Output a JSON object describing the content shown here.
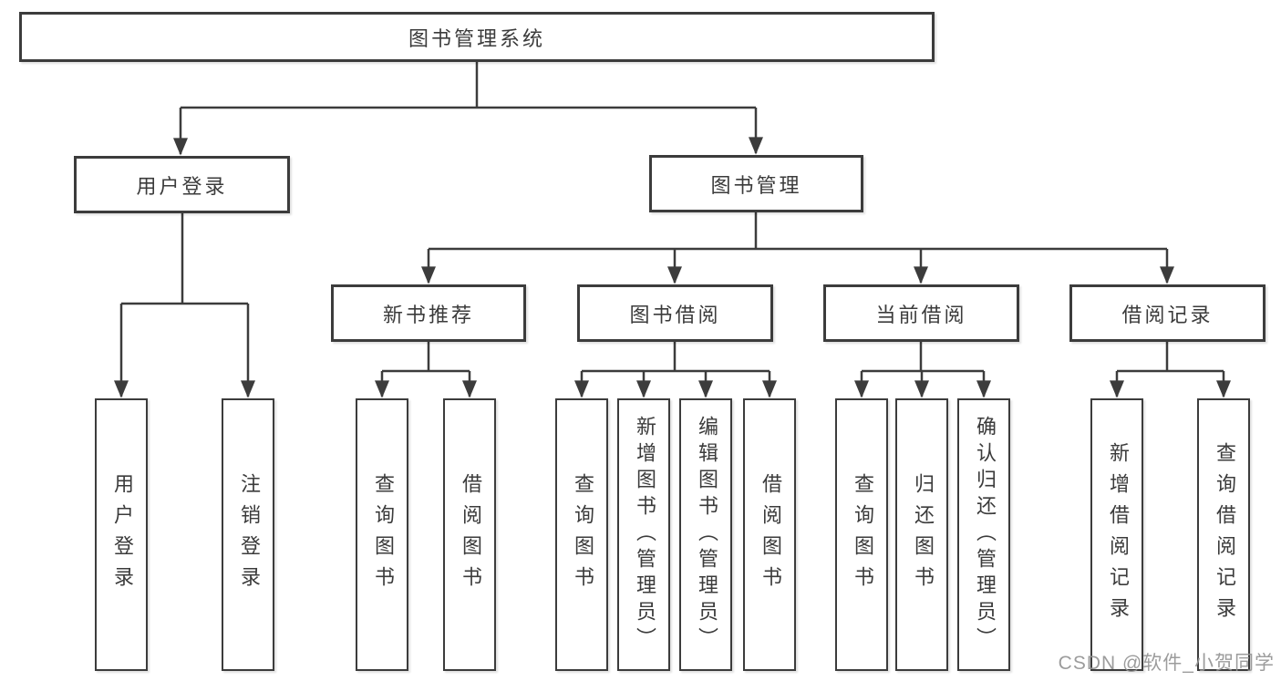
{
  "diagram_type": "tree",
  "colors": {
    "line": "#3c3c3c",
    "box_border": "#3c3c3c",
    "box_background": "#ffffff",
    "text": "#3b3b3b",
    "watermark": "#949494"
  },
  "tree": {
    "label": "图书管理系统",
    "children": [
      {
        "label": "用户登录",
        "children": [
          {
            "label": "用户登录"
          },
          {
            "label": "注销登录"
          }
        ]
      },
      {
        "label": "图书管理",
        "children": [
          {
            "label": "新书推荐",
            "children": [
              {
                "label": "查询图书"
              },
              {
                "label": "借阅图书"
              }
            ]
          },
          {
            "label": "图书借阅",
            "children": [
              {
                "label": "查询图书"
              },
              {
                "label": "新增图书（管理员）"
              },
              {
                "label": "编辑图书（管理员）"
              },
              {
                "label": "借阅图书"
              }
            ]
          },
          {
            "label": "当前借阅",
            "children": [
              {
                "label": "查询图书"
              },
              {
                "label": "归还图书"
              },
              {
                "label": "确认归还（管理员）"
              }
            ]
          },
          {
            "label": "借阅记录",
            "children": [
              {
                "label": "新增借阅记录"
              },
              {
                "label": "查询借阅记录"
              }
            ]
          }
        ]
      }
    ]
  },
  "watermark": "CSDN @软件_小贺同学"
}
